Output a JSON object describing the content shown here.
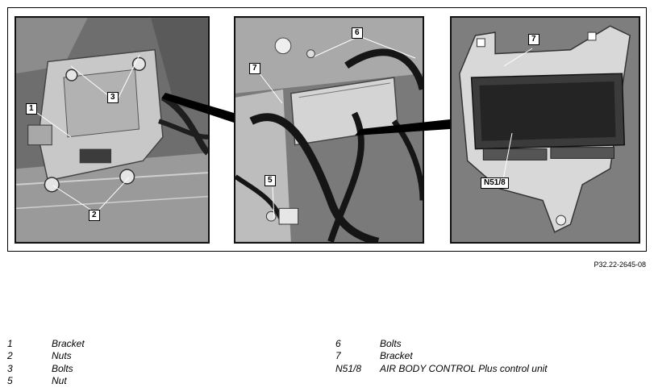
{
  "figure": {
    "code": "P32.22-2645-08",
    "callouts": {
      "bracket": "1",
      "nuts": "2",
      "bolts": "3",
      "nut": "5",
      "bolts_6": "6",
      "bracket_7": "7",
      "bracket_7_right": "7",
      "control_unit": "N51/8"
    }
  },
  "legend": {
    "left": [
      {
        "num": "1",
        "label": "Bracket"
      },
      {
        "num": "2",
        "label": "Nuts"
      },
      {
        "num": "3",
        "label": "Bolts"
      },
      {
        "num": "5",
        "label": "Nut"
      }
    ],
    "right": [
      {
        "num": "6",
        "label": "Bolts"
      },
      {
        "num": "7",
        "label": "Bracket"
      },
      {
        "num": "N51/8",
        "label": "AIR BODY CONTROL Plus control unit"
      }
    ]
  }
}
